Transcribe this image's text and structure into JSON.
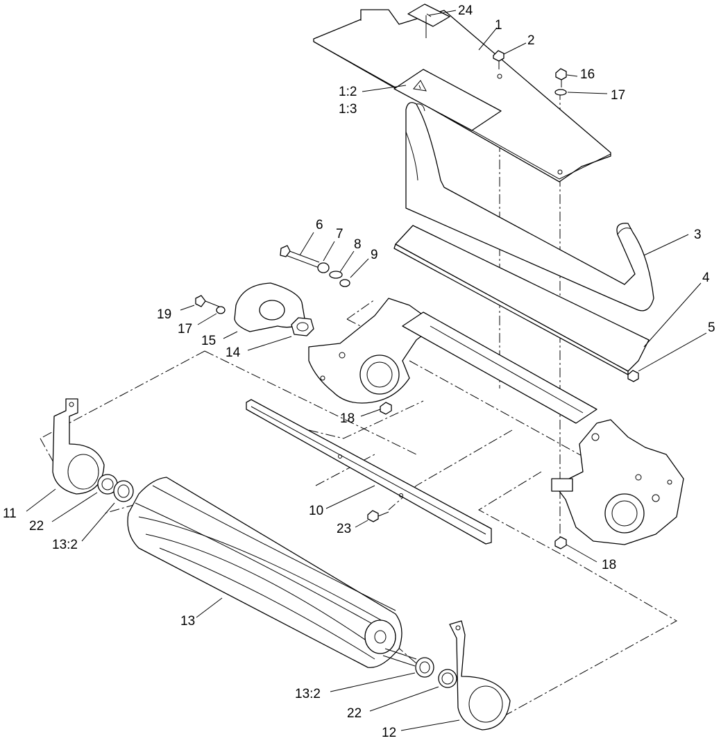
{
  "labels": {
    "l24": "24",
    "l1": "1",
    "l2": "2",
    "l16": "16",
    "l17a": "17",
    "l12a": "1:2",
    "l13a": "1:3",
    "l6": "6",
    "l7": "7",
    "l8": "8",
    "l9": "9",
    "l3": "3",
    "l4": "4",
    "l5": "5",
    "l19": "19",
    "l17b": "17",
    "l15": "15",
    "l14": "14",
    "l18a": "18",
    "l11": "11",
    "l22a": "22",
    "l132a": "13:2",
    "l10": "10",
    "l23": "23",
    "l18b": "18",
    "l13": "13",
    "l132b": "13:2",
    "l22b": "22",
    "l12": "12"
  },
  "icons": {
    "warning": "warning-triangle-icon"
  }
}
